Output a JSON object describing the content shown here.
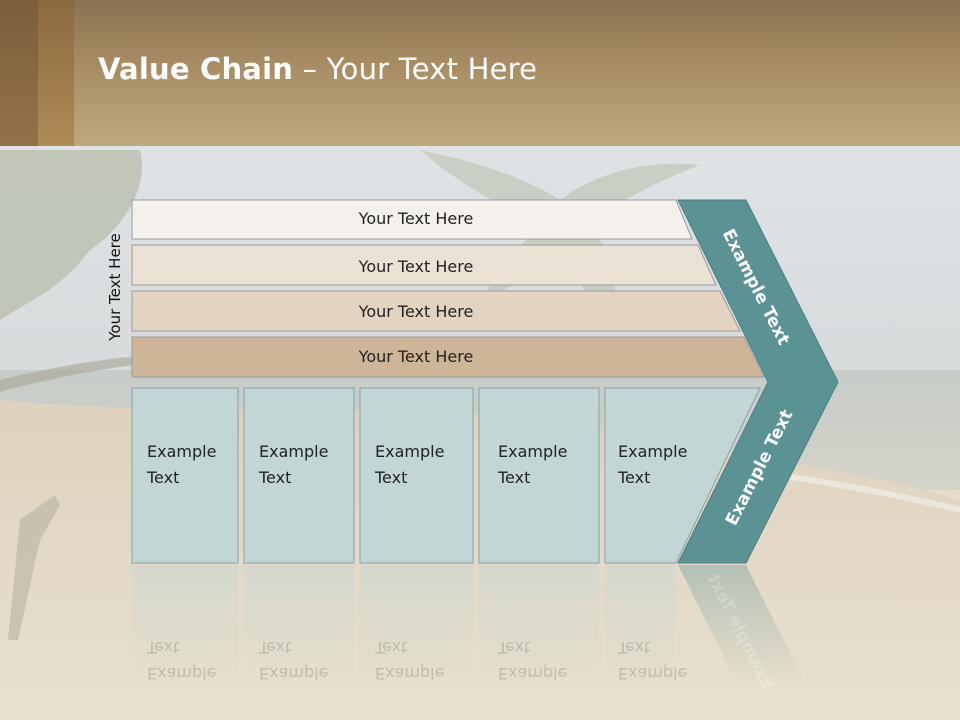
{
  "title": {
    "bold": "Value Chain",
    "rest": " – Your Text Here"
  },
  "side_label": "Your Text Here",
  "rows": [
    "Your Text Here",
    "Your Text Here",
    "Your Text Here",
    "Your Text Here"
  ],
  "boxes": [
    {
      "line1": "Example",
      "line2": "Text"
    },
    {
      "line1": "Example",
      "line2": "Text"
    },
    {
      "line1": "Example",
      "line2": "Text"
    },
    {
      "line1": "Example",
      "line2": "Text"
    },
    {
      "line1": "Example",
      "line2": "Text"
    }
  ],
  "chevron_upper": "Example Text",
  "chevron_lower": "Example Text",
  "colors": {
    "header": "#a88d64",
    "row_fills": [
      "#f4f1ec",
      "#ebe2d6",
      "#e2d4c1",
      "#cdb597"
    ],
    "box_fill": "#c3d6d6",
    "chevron": "#5b9394"
  }
}
